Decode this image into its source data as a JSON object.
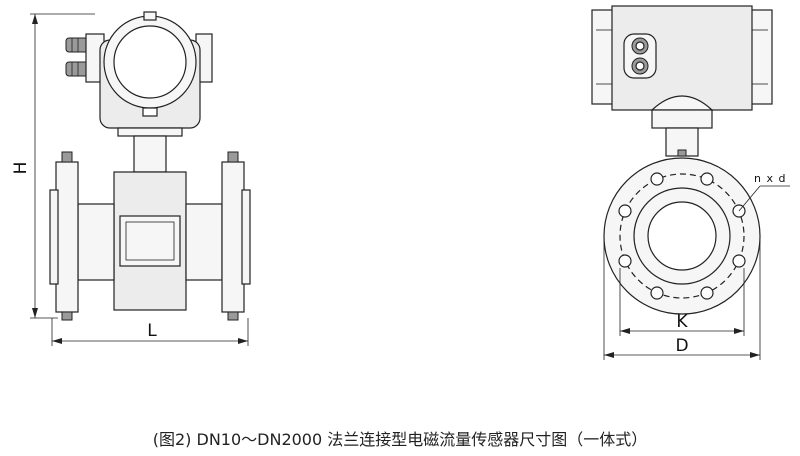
{
  "labels": {
    "height": "H",
    "length": "L",
    "bolt_circle": "K",
    "flange_diameter": "D",
    "bolt_spec": "n x d"
  },
  "caption": "(图2) DN10～DN2000 法兰连接型电磁流量传感器尺寸图（一体式）"
}
